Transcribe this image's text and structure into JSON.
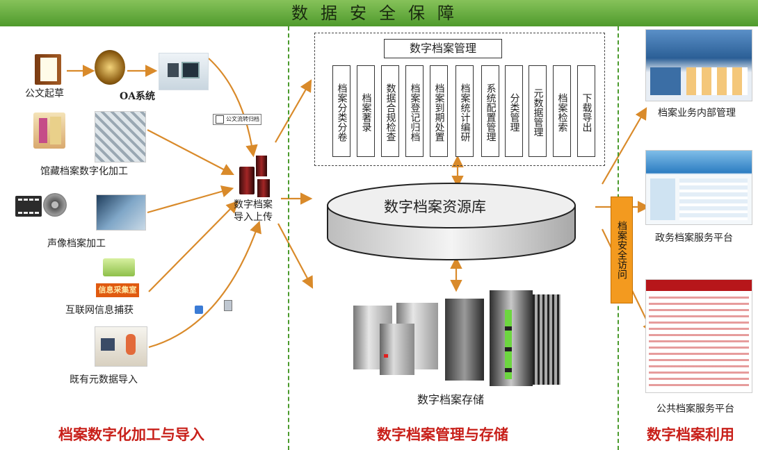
{
  "banner": {
    "title": "数据安全保障"
  },
  "left": {
    "draft_label": "公文起草",
    "oa_label": "OA系统",
    "stamp_text": "公文流转归档",
    "collection_label": "馆藏档案数字化加工",
    "av_label": "声像档案加工",
    "info_label": "互联网信息捕获",
    "info_sign": "信息采集室",
    "meta_label": "既有元数据导入",
    "upload_label": "数字档案导入上传",
    "section_title": "档案数字化加工与导入"
  },
  "center": {
    "mgmt_title": "数字档案管理",
    "modules": [
      "档案分类分卷",
      "档案著录",
      "数据合规检查",
      "档案登记归档",
      "档案到期处置",
      "档案统计编研",
      "系统配置管理",
      "分类管理",
      "元数据管理",
      "档案检索",
      "下载导出"
    ],
    "db_label": "数字档案资源库",
    "storage_label": "数字档案存储",
    "section_title": "数字档案管理与存储"
  },
  "right": {
    "access_label": "档案安全访问",
    "internal_label": "档案业务内部管理",
    "gov_label": "政务档案服务平台",
    "public_label": "公共档案服务平台",
    "section_title": "数字档案利用"
  },
  "colors": {
    "arrow": "#d98a2a",
    "banner": "#5ea63a",
    "divider": "#4a9a2c",
    "access_box": "#f39a1f",
    "section_title": "#c8201a"
  }
}
